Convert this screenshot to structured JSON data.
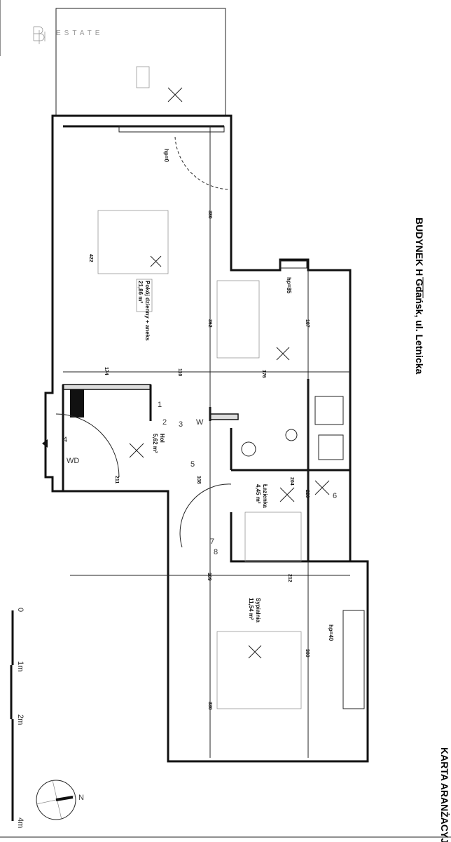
{
  "logo": {
    "text": "ESTATE"
  },
  "header": {
    "building": "BUDYNEK H  Gdańsk, ul. Letnicka",
    "card_title": "KARTA ARANŻACYJNA"
  },
  "rooms": [
    {
      "name": "Pokój dzienny + aneks",
      "area": "21,86 m²"
    },
    {
      "name": "Hol",
      "area": "5,62 m²"
    },
    {
      "name": "Łazienka",
      "area": "4,45 m²"
    },
    {
      "name": "Sypialnia",
      "area": "11,54 m²"
    }
  ],
  "heights": [
    "hp=0",
    "hp=85",
    "hp=40"
  ],
  "dimensions": {
    "row1": [
      "174",
      "110",
      "176"
    ],
    "row2": [
      "211",
      "108",
      "204",
      "220"
    ],
    "row3": [
      "109",
      "212"
    ],
    "vertical": [
      "422",
      "380",
      "362",
      "187",
      "330",
      "300"
    ]
  },
  "markers": [
    "1",
    "2",
    "3",
    "4",
    "5",
    "6",
    "7",
    "8",
    "W",
    "WD"
  ],
  "scale": {
    "labels": [
      "0",
      "1m",
      "2m",
      "4m"
    ]
  },
  "compass": {
    "label": "N"
  }
}
